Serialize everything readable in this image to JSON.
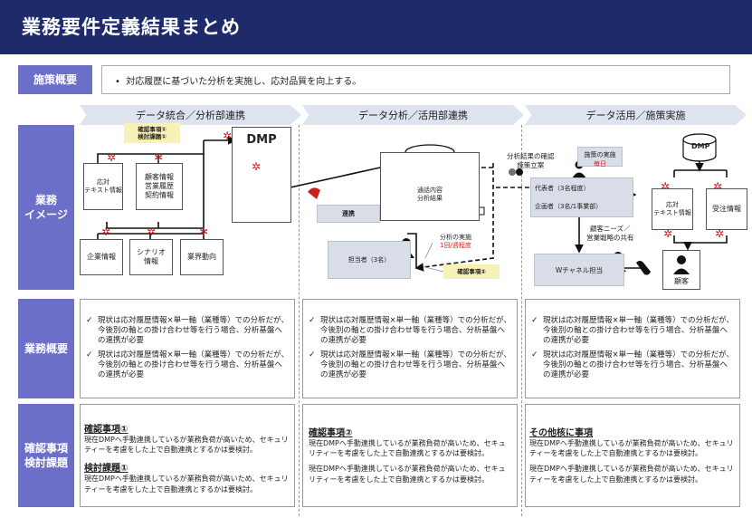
{
  "title": "業務要件定義結果まとめ",
  "policy": {
    "label": "施策概要",
    "text": "対応履歴に基づいた分析を実施し、応対品質を向上する。"
  },
  "phases": [
    "データ統合／分析部連携",
    "データ分析／活用部連携",
    "データ活用／施策実施"
  ],
  "row_labels": {
    "image": "業務\nイメージ",
    "overview": "業務概要",
    "issues": "確認事項\n検討課題"
  },
  "diagram": {
    "confirm1": "確認事項①\n検討課題①",
    "dmp": "DMP",
    "taiou": "応対\nテキスト情報",
    "kokyaku": "顧客情報\n営業履歴\n契約情報",
    "kigyou": "企業情報",
    "scenario": "シナリオ\n情報",
    "gyokai": "業界動向",
    "renkei": "連携",
    "tsuwa": "通話内容\n分析結果",
    "bunseki_jisshi": "分析の実施",
    "bunseki_freq": "1回/週程度",
    "tantou": "担当者（3名）",
    "confirm2": "確認事項②",
    "kekka_kakunin": "分析結果の確認\n施策立案",
    "shisaku_jisshi": "施策の実施",
    "shisaku_freq": "毎日",
    "daihyo": "代表者（3名程度）",
    "kikaku": "企画者（3名/1事業部）",
    "needs": "顧客ニーズ／\n営業戦略の共有",
    "wchannel": "Wチャネル担当",
    "dmp2": "DMP",
    "taiou2": "応対\nテキスト情報",
    "juchu": "受注情報",
    "kyaku": "顧客"
  },
  "overview": {
    "bullets": [
      "現状は応対履歴情報×単一軸（業種等）での分析だが、今後別の軸との掛け合わせ等を行う場合、分析基盤への連携が必要",
      "現状は応対履歴情報×単一軸（業種等）での分析だが、今後別の軸との掛け合わせ等を行う場合、分析基盤への連携が必要"
    ]
  },
  "issues": {
    "col1": {
      "h1": "確認事項①",
      "p1": "現在DMPへ手動連携しているが業務負荷が高いため、セキュリティーを考慮をした上で自動連携とするかは要検討。",
      "h2": "検討課題①",
      "p2": "現在DMPへ手動連携しているが業務負荷が高いため、セキュリティーを考慮をした上で自動連携とするかは要検討。"
    },
    "col2": {
      "h1": "確認事項②",
      "p1": "現在DMPへ手動連携しているが業務負荷が高いため、セキュリティーを考慮をした上で自動連携とするかは要検討。",
      "p2": "現在DMPへ手動連携しているが業務負荷が高いため、セキュリティーを考慮をした上で自動連携とするかは要検討。"
    },
    "col3": {
      "h1": "その他核に事項",
      "p1": "現在DMPへ手動連携しているが業務負荷が高いため、セキュリティーを考慮をした上で自動連携とするかは要検討。",
      "p2": "現在DMPへ手動連携しているが業務負荷が高いため、セキュリティーを考慮をした上で自動連携とするかは要検討。"
    }
  }
}
